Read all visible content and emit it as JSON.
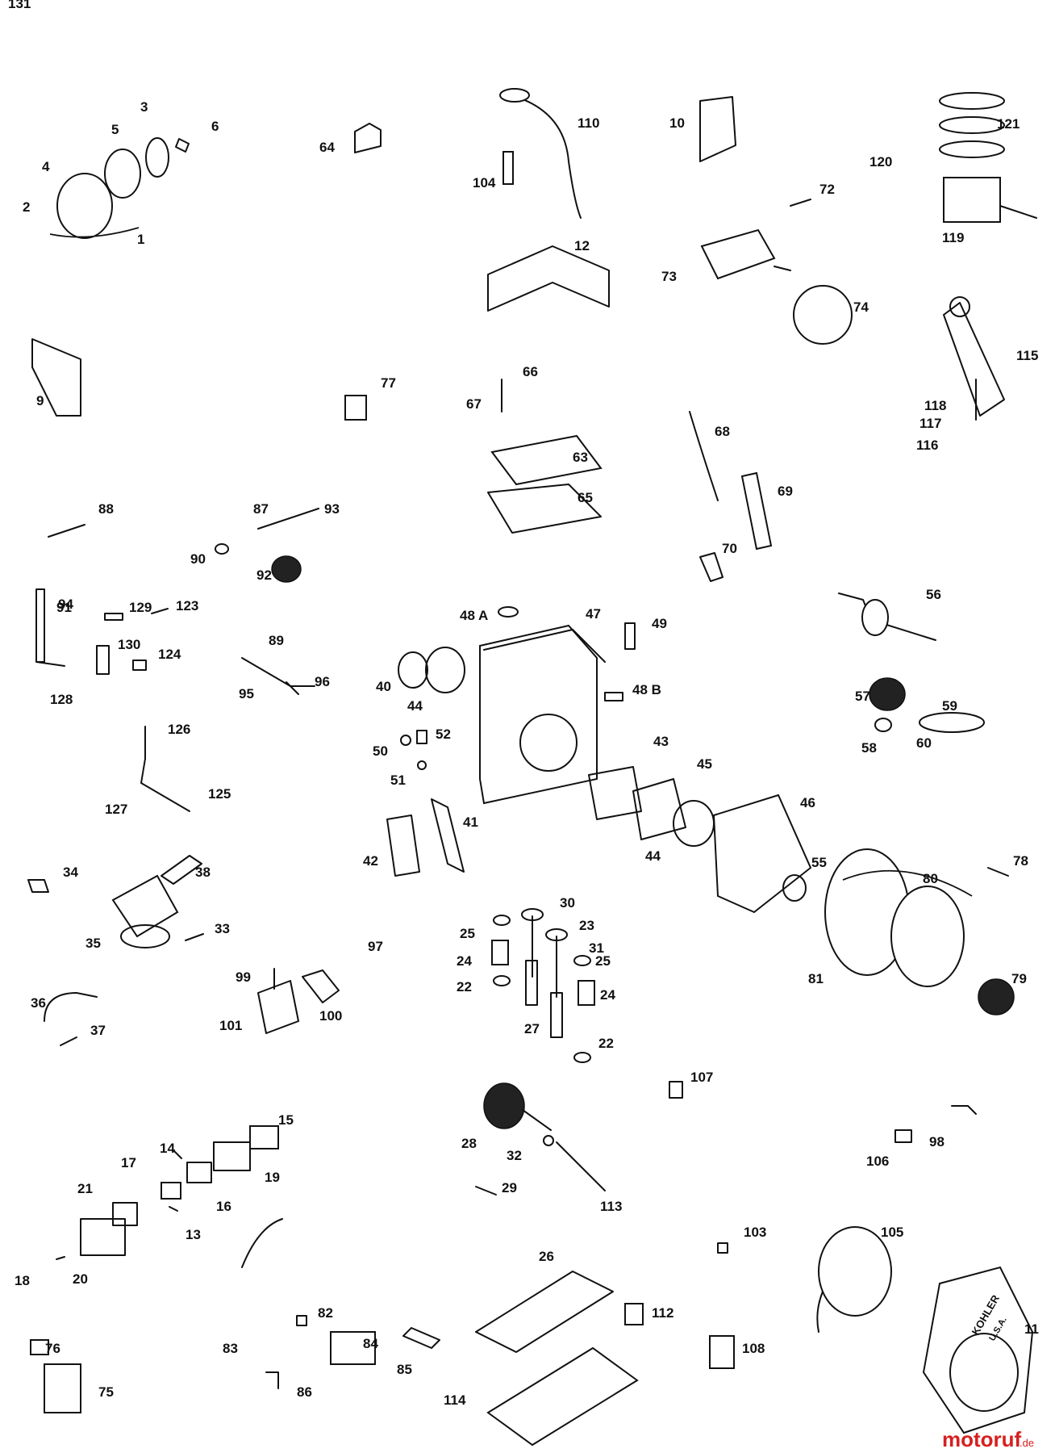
{
  "diagram": {
    "part_numbers": [
      "1",
      "2",
      "3",
      "4",
      "5",
      "6",
      "9",
      "10",
      "11",
      "12",
      "13",
      "14",
      "15",
      "16",
      "17",
      "18",
      "19",
      "20",
      "21",
      "22",
      "22",
      "23",
      "24",
      "24",
      "25",
      "25",
      "26",
      "27",
      "28",
      "29",
      "30",
      "31",
      "32",
      "33",
      "34",
      "35",
      "36",
      "37",
      "38",
      "40",
      "41",
      "42",
      "43",
      "44",
      "44",
      "45",
      "46",
      "47",
      "48 A",
      "48 B",
      "49",
      "50",
      "51",
      "52",
      "55",
      "56",
      "57",
      "58",
      "59",
      "60",
      "63",
      "64",
      "65",
      "66",
      "67",
      "68",
      "69",
      "70",
      "72",
      "73",
      "74",
      "75",
      "76",
      "77",
      "78",
      "79",
      "80",
      "81",
      "82",
      "83",
      "84",
      "85",
      "86",
      "87",
      "88",
      "89",
      "90",
      "91",
      "92",
      "93",
      "94",
      "95",
      "96",
      "97",
      "98",
      "99",
      "100",
      "101",
      "103",
      "104",
      "105",
      "106",
      "107",
      "108",
      "110",
      "112",
      "113",
      "114",
      "115",
      "116",
      "117",
      "118",
      "119",
      "120",
      "121",
      "123",
      "124",
      "125",
      "126",
      "127",
      "128",
      "129",
      "130",
      "131"
    ],
    "flywheel_lettering": [
      "KOHLER",
      "U.S.A."
    ]
  },
  "watermark": {
    "text": "motoruf",
    "suffix": ".de",
    "color": "#d62020"
  }
}
